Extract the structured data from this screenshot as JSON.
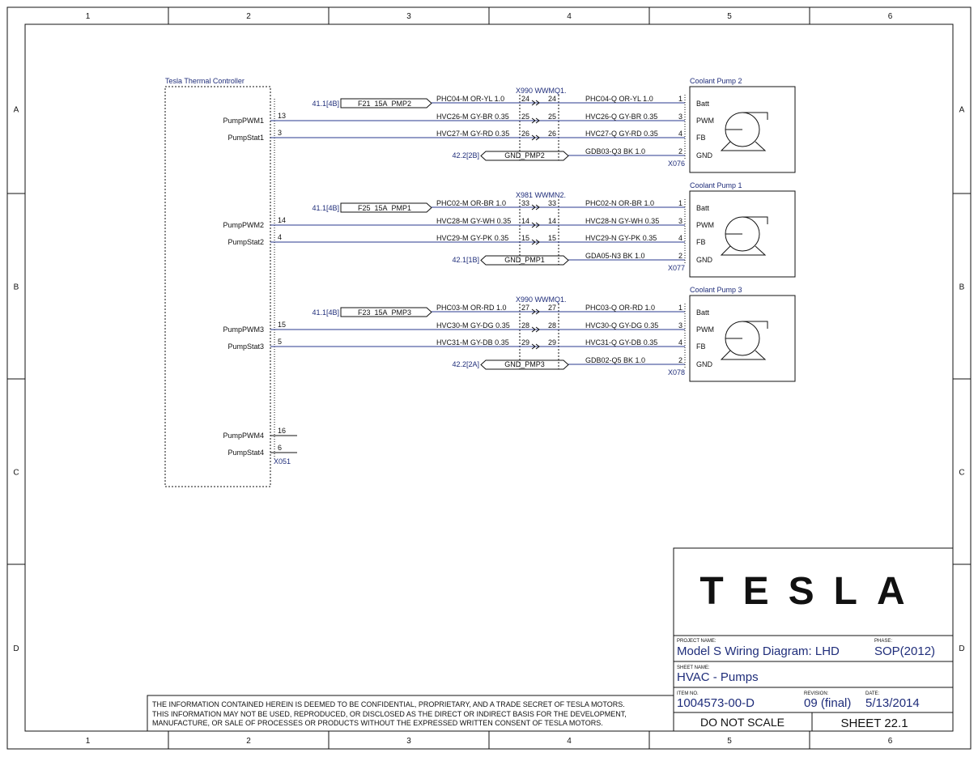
{
  "frame": {
    "columns": [
      "1",
      "2",
      "3",
      "4",
      "5",
      "6"
    ],
    "rows": [
      "A",
      "B",
      "C",
      "D"
    ]
  },
  "controller": {
    "title": "Tesla Thermal Controller",
    "connector": "X051",
    "spare_pins": [
      {
        "label": "PumpPWM4",
        "pin": "16"
      },
      {
        "label": "PumpStat4",
        "pin": "6"
      }
    ]
  },
  "pump_groups": [
    {
      "name": "Coolant Pump 2",
      "pump_connector": "X076",
      "inline_connector": "X990 WWMQ1.",
      "fuse_ref": "41.1[4B]",
      "fuse": "F21_15A_PMP2",
      "gnd_ref": "42.2[2B]",
      "gnd": "GND_PMP2",
      "pump_pins": [
        "Batt",
        "PWM",
        "FB",
        "GND"
      ],
      "circuits": [
        {
          "ctrl_label": "",
          "ctrl_pin": "",
          "left_wire": "PHC04-M OR-YL 1.0",
          "pin_a": "24",
          "pin_b": "24",
          "right_wire": "PHC04-Q OR-YL 1.0",
          "pump_pin": "1"
        },
        {
          "ctrl_label": "PumpPWM1",
          "ctrl_pin": "13",
          "left_wire": "HVC26-M GY-BR 0.35",
          "pin_a": "25",
          "pin_b": "25",
          "right_wire": "HVC26-Q GY-BR 0.35",
          "pump_pin": "3"
        },
        {
          "ctrl_label": "PumpStat1",
          "ctrl_pin": "3",
          "left_wire": "HVC27-M GY-RD 0.35",
          "pin_a": "26",
          "pin_b": "26",
          "right_wire": "HVC27-Q GY-RD 0.35",
          "pump_pin": "4"
        },
        {
          "ctrl_label": "",
          "ctrl_pin": "",
          "left_wire": "",
          "pin_a": "",
          "pin_b": "",
          "right_wire": "GDB03-Q3 BK 1.0",
          "pump_pin": "2"
        }
      ]
    },
    {
      "name": "Coolant Pump 1",
      "pump_connector": "X077",
      "inline_connector": "X981 WWMN2.",
      "fuse_ref": "41.1[4B]",
      "fuse": "F25_15A_PMP1",
      "gnd_ref": "42.1[1B]",
      "gnd": "GND_PMP1",
      "pump_pins": [
        "Batt",
        "PWM",
        "FB",
        "GND"
      ],
      "circuits": [
        {
          "ctrl_label": "",
          "ctrl_pin": "",
          "left_wire": "PHC02-M OR-BR 1.0",
          "pin_a": "33",
          "pin_b": "33",
          "right_wire": "PHC02-N OR-BR 1.0",
          "pump_pin": "1"
        },
        {
          "ctrl_label": "PumpPWM2",
          "ctrl_pin": "14",
          "left_wire": "HVC28-M GY-WH 0.35",
          "pin_a": "14",
          "pin_b": "14",
          "right_wire": "HVC28-N GY-WH 0.35",
          "pump_pin": "3"
        },
        {
          "ctrl_label": "PumpStat2",
          "ctrl_pin": "4",
          "left_wire": "HVC29-M GY-PK 0.35",
          "pin_a": "15",
          "pin_b": "15",
          "right_wire": "HVC29-N GY-PK 0.35",
          "pump_pin": "4"
        },
        {
          "ctrl_label": "",
          "ctrl_pin": "",
          "left_wire": "",
          "pin_a": "",
          "pin_b": "",
          "right_wire": "GDA05-N3 BK 1.0",
          "pump_pin": "2"
        }
      ]
    },
    {
      "name": "Coolant Pump 3",
      "pump_connector": "X078",
      "inline_connector": "X990 WWMQ1.",
      "fuse_ref": "41.1[4B]",
      "fuse": "F23_15A_PMP3",
      "gnd_ref": "42.2[2A]",
      "gnd": "GND_PMP3",
      "pump_pins": [
        "Batt",
        "PWM",
        "FB",
        "GND"
      ],
      "circuits": [
        {
          "ctrl_label": "",
          "ctrl_pin": "",
          "left_wire": "PHC03-M OR-RD 1.0",
          "pin_a": "27",
          "pin_b": "27",
          "right_wire": "PHC03-Q OR-RD 1.0",
          "pump_pin": "1"
        },
        {
          "ctrl_label": "PumpPWM3",
          "ctrl_pin": "15",
          "left_wire": "HVC30-M GY-DG 0.35",
          "pin_a": "28",
          "pin_b": "28",
          "right_wire": "HVC30-Q GY-DG 0.35",
          "pump_pin": "3"
        },
        {
          "ctrl_label": "PumpStat3",
          "ctrl_pin": "5",
          "left_wire": "HVC31-M GY-DB 0.35",
          "pin_a": "29",
          "pin_b": "29",
          "right_wire": "HVC31-Q GY-DB 0.35",
          "pump_pin": "4"
        },
        {
          "ctrl_label": "",
          "ctrl_pin": "",
          "left_wire": "",
          "pin_a": "",
          "pin_b": "",
          "right_wire": "GDB02-Q5 BK 1.0",
          "pump_pin": "2"
        }
      ]
    }
  ],
  "title_block": {
    "logo": "TESLA",
    "project_name_label": "PROJECT NAME:",
    "project_name": "Model S Wiring Diagram: LHD",
    "phase_label": "PHASE:",
    "phase": "SOP(2012)",
    "sheet_name_label": "SHEET NAME:",
    "sheet_name": "HVAC - Pumps",
    "item_no_label": "ITEM NO.",
    "item_no": "1004573-00-D",
    "revision_label": "REVISION:",
    "revision": "09 (final)",
    "date_label": "DATE:",
    "date": "5/13/2014",
    "scale_note": "DO NOT SCALE",
    "sheet_number": "SHEET 22.1"
  },
  "disclaimer": [
    "THE INFORMATION CONTAINED HEREIN IS DEEMED TO BE CONFIDENTIAL, PROPRIETARY, AND A TRADE SECRET OF TESLA MOTORS.",
    "THIS INFORMATION MAY NOT BE USED, REPRODUCED, OR DISCLOSED AS THE DIRECT OR INDIRECT BASIS FOR THE DEVELOPMENT,",
    "MANUFACTURE, OR SALE OF PROCESSES OR PRODUCTS WITHOUT THE EXPRESSED WRITTEN CONSENT OF TESLA MOTORS."
  ],
  "colors": {
    "ink": "#111111",
    "reference_blue": "#1f2d7a",
    "wire_line": "#2a3a8f"
  }
}
